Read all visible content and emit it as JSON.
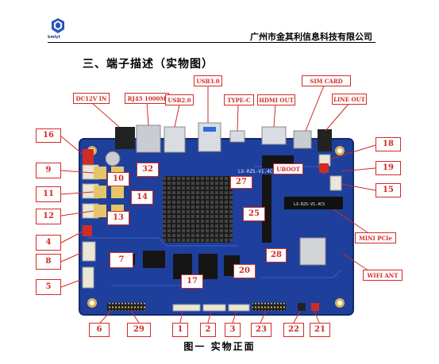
{
  "header": {
    "logo_text": "kmlyt",
    "company": "广州市金其利信息科技有限公司"
  },
  "section_title": "三、端子描述（实物图）",
  "board": {
    "silkscreen": "LX-RZS-V1.4CS",
    "mini_pcie_silk": "LX-R25-V1.4CS",
    "top_labels": {
      "usb30": "USB3.0",
      "sim_card": "SIM  CARD",
      "dc12v_in": "DC12V IN",
      "rj45": "RJ45 1000M",
      "usb20": "USB2.0",
      "type_c": "TYPE-C",
      "hdmi_out": "HDMI OUT",
      "line_out": "LINE OUT"
    },
    "side_labels": {
      "uboot": "UBOOT",
      "mini_pcie": "MINI PCIe",
      "wifi_ant": "WIFI ANT"
    },
    "numbers": {
      "n16": "16",
      "n32": "32",
      "n9": "9",
      "n10": "10",
      "n11": "11",
      "n14": "14",
      "n12": "12",
      "n13": "13",
      "n4": "4",
      "n8": "8",
      "n7": "7",
      "n5": "5",
      "n27": "27",
      "n25": "25",
      "n28": "28",
      "n20": "20",
      "n17": "17",
      "n18": "18",
      "n19": "19",
      "n15": "15",
      "n6": "6",
      "n29": "29",
      "n1": "1",
      "n2": "2",
      "n3": "3",
      "n23": "23",
      "n22": "22",
      "n21": "21"
    }
  },
  "caption": "图一  实物正面",
  "colors": {
    "pcb": "#1e3f9c",
    "callout": "#d22b25",
    "heatsink": "#1c1c1c"
  }
}
